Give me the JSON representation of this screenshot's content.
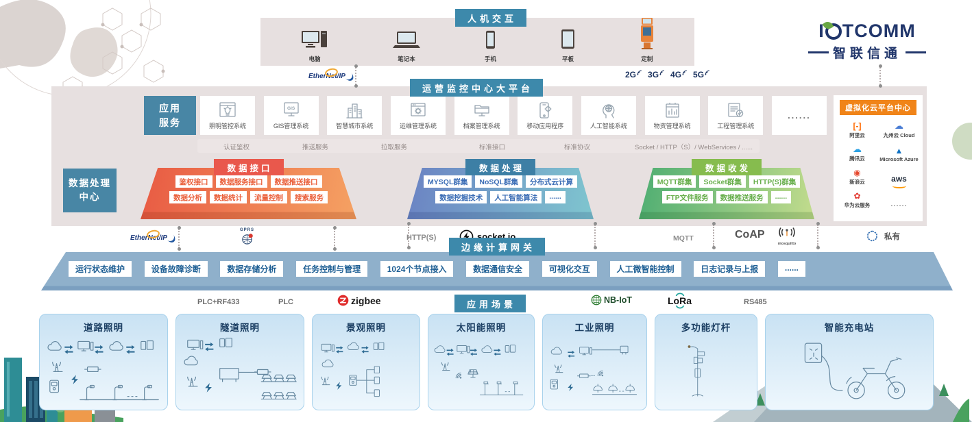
{
  "logo": {
    "brand_left": "I",
    "brand_right": "TCOMM",
    "subtitle": "智联信通"
  },
  "human_machine": {
    "title": "人机交互",
    "devices": [
      {
        "label": "电脑",
        "icon": "desktop-icon"
      },
      {
        "label": "笔记本",
        "icon": "laptop-icon"
      },
      {
        "label": "手机",
        "icon": "phone-icon"
      },
      {
        "label": "平板",
        "icon": "tablet-icon"
      },
      {
        "label": "定制",
        "icon": "kiosk-icon"
      }
    ]
  },
  "uplink": {
    "ethernet_label": "EtherNet/IP",
    "cellular": [
      "2G",
      "3G",
      "4G",
      "5G"
    ]
  },
  "platform": {
    "title": "运营监控中心大平台",
    "app_services": {
      "line1": "应用",
      "line2": "服务"
    },
    "apps": [
      {
        "label": "照明管控系统",
        "icon": "lighting-system-icon"
      },
      {
        "label": "GIS管理系统",
        "icon": "gis-system-icon"
      },
      {
        "label": "智慧城市系统",
        "icon": "smart-city-icon"
      },
      {
        "label": "运维管理系统",
        "icon": "ops-system-icon"
      },
      {
        "label": "档案管理系统",
        "icon": "archive-system-icon"
      },
      {
        "label": "移动应用程序",
        "icon": "mobile-app-icon"
      },
      {
        "label": "人工智能系统",
        "icon": "ai-system-icon"
      },
      {
        "label": "物资管理系统",
        "icon": "assets-system-icon"
      },
      {
        "label": "工程管理系统",
        "icon": "project-system-icon"
      },
      {
        "label": "......",
        "icon": "more-dots-icon"
      }
    ],
    "service_labels": [
      "认证鉴权",
      "推送服务",
      "拉取服务",
      "标准接口",
      "标准协议",
      "Socket / HTTP（S）/ WebServices / ......"
    ],
    "data_center": {
      "line1": "数据处理",
      "line2": "中心"
    },
    "data_groups": [
      {
        "title": "数据接口",
        "theme": "red",
        "rows": [
          [
            "鉴权接口",
            "数据服务接口",
            "数据推送接口"
          ],
          [
            "数据分析",
            "数据统计",
            "流量控制",
            "搜索服务"
          ]
        ]
      },
      {
        "title": "数据处理",
        "theme": "blue",
        "rows": [
          [
            "MYSQL群集",
            "NoSQL群集",
            "分布式云计算"
          ],
          [
            "数据挖掘技术",
            "人工智能算法",
            "......"
          ]
        ]
      },
      {
        "title": "数据收发",
        "theme": "green",
        "rows": [
          [
            "MQTT群集",
            "Socket群集",
            "HTTP(S)群集"
          ],
          [
            "FTP文件服务",
            "数据推送服务",
            "......"
          ]
        ]
      }
    ],
    "cloud_panel": {
      "title": "虚拟化云平台中心",
      "providers": [
        {
          "label": "阿里云",
          "icon": "alibaba-cloud-icon"
        },
        {
          "label": "九州云 Cloud",
          "icon": "jiuzhou-cloud-icon"
        },
        {
          "label": "腾讯云",
          "icon": "tencent-cloud-icon"
        },
        {
          "label": "Microsoft Azure",
          "icon": "azure-icon"
        },
        {
          "label": "新浪云",
          "icon": "sina-cloud-icon"
        },
        {
          "label": "aws",
          "icon": "aws-icon"
        },
        {
          "label": "华为云服务",
          "icon": "huawei-cloud-icon"
        },
        {
          "label": "......",
          "icon": "more-dots-icon"
        }
      ]
    }
  },
  "mid_protocols": [
    {
      "label": "EtherNet/IP",
      "icon": "ethernet-ip-logo"
    },
    {
      "label": "GPRS",
      "icon": "gprs-icon"
    },
    {
      "label": "HTTP(S)"
    },
    {
      "label": "socket.io",
      "icon": "socketio-icon"
    },
    {
      "label": "MQTT"
    },
    {
      "label": "CoAP"
    },
    {
      "label": "mosquitto",
      "icon": "mosquitto-icon"
    },
    {
      "label": "私有",
      "icon": "hexagon-icon"
    }
  ],
  "edge": {
    "title": "边缘计算网关",
    "chips": [
      "运行状态维护",
      "设备故障诊断",
      "数据存储分析",
      "任务控制与管理",
      "1024个节点接入",
      "数据通信安全",
      "可视化交互",
      "人工微智能控制",
      "日志记录与上报",
      "......"
    ]
  },
  "field_protocols": [
    {
      "label": "PLC+RF433"
    },
    {
      "label": "PLC"
    },
    {
      "label": "zigbee",
      "icon": "zigbee-icon"
    },
    {
      "label": "NB-IoT",
      "icon": "nbiot-icon"
    },
    {
      "label": "LoRa",
      "icon": "lora-icon"
    },
    {
      "label": "RS485"
    }
  ],
  "scenarios": {
    "title": "应用场景",
    "cards": [
      {
        "label": "道路照明",
        "scene": "road-lighting-scene"
      },
      {
        "label": "隧道照明",
        "scene": "tunnel-lighting-scene"
      },
      {
        "label": "景观照明",
        "scene": "landscape-lighting-scene"
      },
      {
        "label": "太阳能照明",
        "scene": "solar-lighting-scene"
      },
      {
        "label": "工业照明",
        "scene": "industrial-lighting-scene"
      },
      {
        "label": "多功能灯杆",
        "scene": "smart-pole-scene"
      },
      {
        "label": "智能充电站",
        "scene": "charging-station-scene"
      }
    ]
  },
  "colors": {
    "header_blue": "#3d89ab",
    "band_taupe": "#e7e0e0",
    "accent_orange": "#f08419",
    "group_red": "#e9584c",
    "group_green": "#86bc4e",
    "edge_band": "#8fb0cb",
    "logo_navy": "#21366b"
  }
}
